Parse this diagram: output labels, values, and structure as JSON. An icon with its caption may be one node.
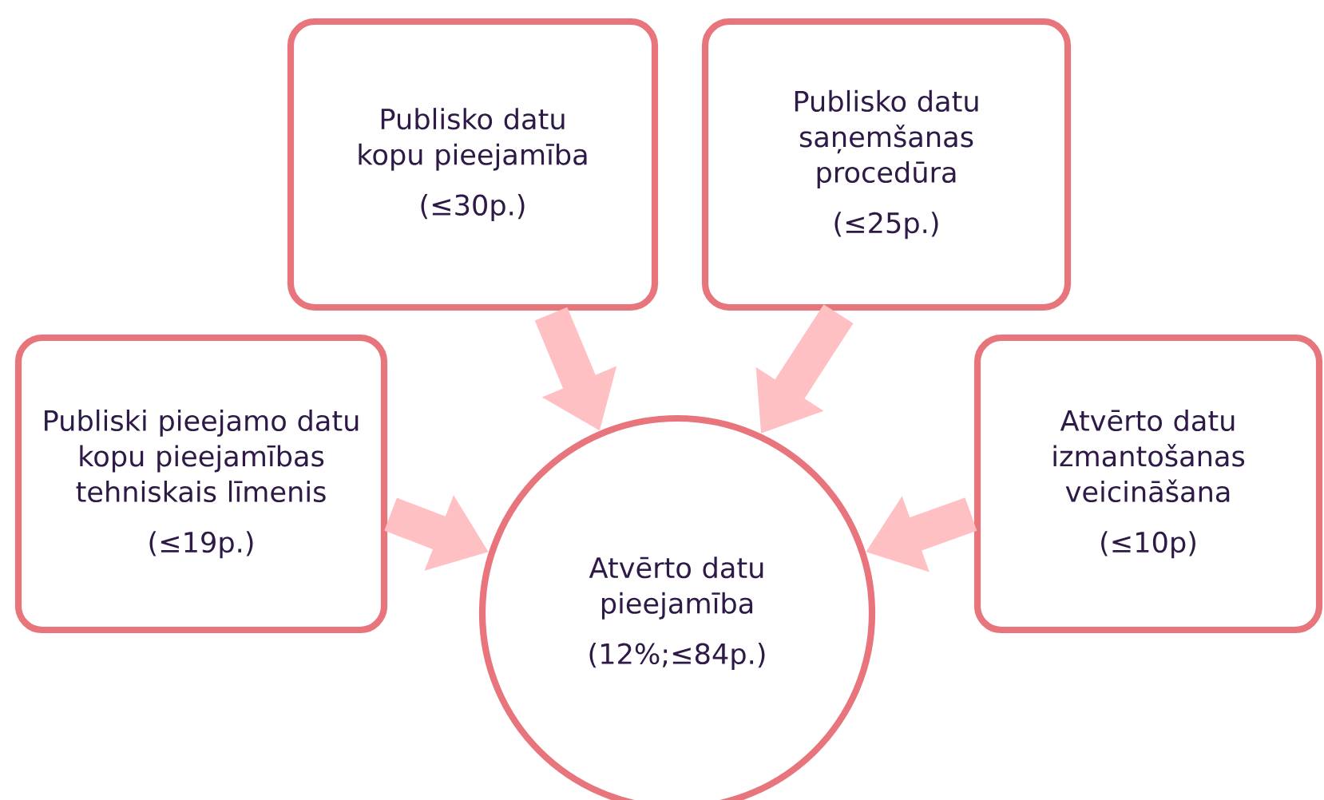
{
  "diagram": {
    "nodes": [
      {
        "text": [
          "Publisko datu kopu pieejamība",
          "(≤30p.)"
        ]
      },
      {
        "text": [
          "Publisko datu saņemšanas procedūra",
          "(≤25p.)"
        ]
      },
      {
        "text": [
          "Publiski pieejamo datu kopu pieejamības tehniskais līmenis",
          "(≤19p.)"
        ]
      },
      {
        "text": [
          "Atvērto datu pieejamība",
          "(12%;≤84p.)"
        ]
      },
      {
        "text": [
          "Atvērto datu izmantošanas veicināšana",
          "(≤10p)"
        ]
      }
    ],
    "edges": [
      {
        "from": 0,
        "to": 3,
        "arrow": "to"
      },
      {
        "from": 1,
        "to": 3,
        "arrow": "to"
      },
      {
        "from": 2,
        "to": 3,
        "arrow": "to"
      },
      {
        "from": 4,
        "to": 3,
        "arrow": "to"
      }
    ]
  }
}
